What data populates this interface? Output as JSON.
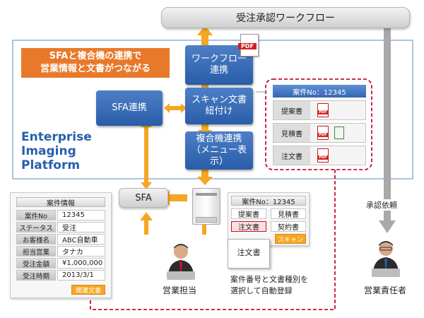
{
  "workflow_bar": {
    "label": "受注承認ワークフロー"
  },
  "platform": {
    "name": "Enterprise\nImaging\nPlatform"
  },
  "banner": {
    "line1": "SFAと複合機の連携で",
    "line2": "営業情報と文書がつながる"
  },
  "modules": {
    "workflow": "ワークフロー\n連携",
    "scan": "スキャン文書\n紐付け",
    "mfp": "複合機連携\n（メニュー表示）",
    "sfa_link": "SFA連携"
  },
  "pdf_icon_label": "PDF",
  "case_panel": {
    "title": "案件No：12345",
    "rows": [
      "提案書",
      "見積書",
      "注文書"
    ]
  },
  "sfa_node": {
    "label": "SFA"
  },
  "case_info": {
    "title": "案件情報",
    "rows": [
      {
        "label": "案件No",
        "value": "12345"
      },
      {
        "label": "ステータス",
        "value": "受注"
      },
      {
        "label": "お客様名",
        "value": "ABC自動車"
      },
      {
        "label": "担当営業",
        "value": "タナカ"
      },
      {
        "label": "受注金額",
        "value": "¥1,000,000"
      },
      {
        "label": "受注時期",
        "value": "2013/3/1"
      }
    ],
    "related_docs": "関連文書"
  },
  "mfp_panel": {
    "title": "案件No：12345",
    "buttons": [
      "提案書",
      "見積書",
      "注文書",
      "契約書"
    ],
    "scan_button": "スキャン"
  },
  "order_doc": {
    "label": "注文書"
  },
  "caption": {
    "line1": "案件番号と文書種別を",
    "line2": "選択して自動登録"
  },
  "approval_request": {
    "label": "承認依頼"
  },
  "sales_rep": {
    "label": "営業担当"
  },
  "manager": {
    "label": "営業責任者"
  },
  "colors": {
    "accent_orange": "#f5a623",
    "module_blue": "#2f63ad",
    "dashed_red": "#c8102e",
    "banner_orange": "#e8792a"
  }
}
